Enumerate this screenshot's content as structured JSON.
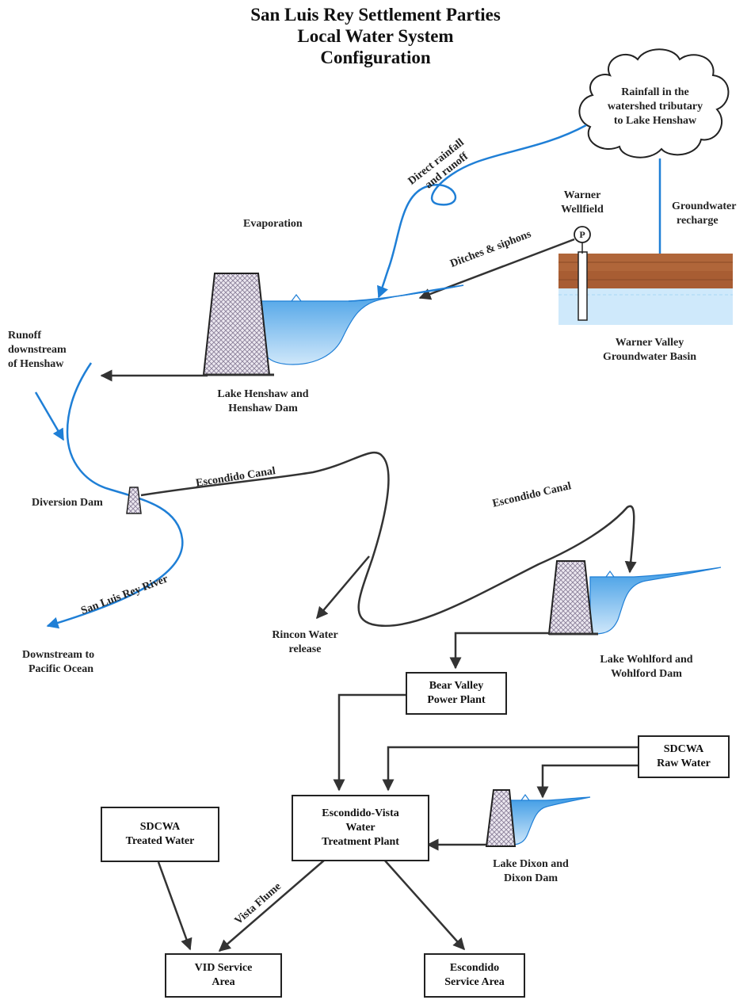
{
  "title": {
    "line1": "San Luis Rey Settlement Parties",
    "line2": "Local Water System",
    "line3": "Configuration"
  },
  "labels": {
    "rainfall_1": "Rainfall in the",
    "rainfall_2": "watershed tributary",
    "rainfall_3": "to Lake Henshaw",
    "direct_rainfall_1": "Direct rainfall",
    "direct_rainfall_2": "and runoff",
    "warner_wellfield_1": "Warner",
    "warner_wellfield_2": "Wellfield",
    "pump_symbol": "P",
    "groundwater_recharge_1": "Groundwater",
    "groundwater_recharge_2": "recharge",
    "evaporation": "Evaporation",
    "ditches_siphons": "Ditches & siphons",
    "warner_basin_1": "Warner Valley",
    "warner_basin_2": "Groundwater Basin",
    "runoff_downstream_1": "Runoff",
    "runoff_downstream_2": "downstream",
    "runoff_downstream_3": "of Henshaw",
    "lake_henshaw_1": "Lake Henshaw and",
    "lake_henshaw_2": "Henshaw Dam",
    "escondido_canal_1": "Escondido Canal",
    "escondido_canal_2": "Escondido Canal",
    "diversion_dam": "Diversion Dam",
    "san_luis_rey_river": "San Luis Rey River",
    "downstream_pacific_1": "Downstream to",
    "downstream_pacific_2": "Pacific Ocean",
    "rincon_release_1": "Rincon Water",
    "rincon_release_2": "release",
    "lake_wohlford_1": "Lake Wohlford and",
    "lake_wohlford_2": "Wohlford Dam",
    "lake_dixon_1": "Lake Dixon and",
    "lake_dixon_2": "Dixon Dam",
    "vista_flume": "Vista Flume"
  },
  "boxes": {
    "bear_valley_1": "Bear Valley",
    "bear_valley_2": "Power Plant",
    "sdcwa_raw_1": "SDCWA",
    "sdcwa_raw_2": "Raw Water",
    "treatment_plant_1": "Escondido-Vista",
    "treatment_plant_2": "Water",
    "treatment_plant_3": "Treatment Plant",
    "sdcwa_treated_1": "SDCWA",
    "sdcwa_treated_2": "Treated Water",
    "vid_service_1": "VID Service",
    "vid_service_2": "Area",
    "escondido_service_1": "Escondido",
    "escondido_service_2": "Service Area"
  },
  "colors": {
    "water": "#5aaee8",
    "water_line": "#1f7fd6",
    "soil": "#b0663a",
    "groundwater": "#cfe9fb",
    "arrow": "#333333"
  }
}
